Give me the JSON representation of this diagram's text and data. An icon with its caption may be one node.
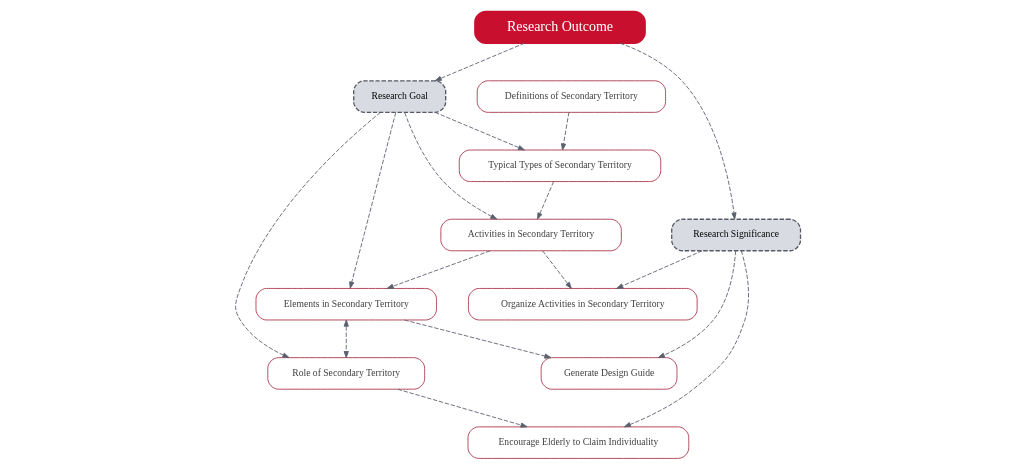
{
  "diagram": {
    "nodes": [
      {
        "text": [
          "Activities in Secondary Territory"
        ]
      },
      {
        "text": [
          "Organize Activities in Secondary Territory"
        ]
      },
      {
        "text": [
          "Typical Types of Secondary Territory"
        ]
      },
      {
        "text": [
          "Elements in Secondary Territory"
        ]
      },
      {
        "text": [
          "Generate Design Guide"
        ]
      },
      {
        "text": [
          "Research Goal"
        ]
      },
      {
        "text": [
          "Research Significance"
        ]
      },
      {
        "text": [
          "Definitions of Secondary Territory"
        ]
      },
      {
        "text": [
          "Research Outcome"
        ]
      },
      {
        "text": [
          "Role of Secondary Territory"
        ]
      },
      {
        "text": [
          "Encourage Elderly to Claim Individuality"
        ]
      }
    ],
    "edges": [
      {
        "from": 0,
        "to": 1,
        "arrow": "to",
        "style": "dashed"
      },
      {
        "from": 2,
        "to": 0,
        "arrow": "to",
        "style": "dashed"
      },
      {
        "from": 0,
        "to": 3,
        "arrow": "to",
        "style": "dashed"
      },
      {
        "from": 3,
        "to": 4,
        "arrow": "to",
        "style": "dashed"
      },
      {
        "from": 7,
        "to": 2,
        "arrow": "to",
        "style": "dashed"
      },
      {
        "from": 5,
        "to": 2,
        "arrow": "to",
        "style": "dashed"
      },
      {
        "from": 5,
        "to": 0,
        "arrow": "to",
        "style": "dashed"
      },
      {
        "from": 5,
        "to": 3,
        "arrow": "to",
        "style": "dashed"
      },
      {
        "from": 6,
        "to": 1,
        "arrow": "to",
        "style": "dashed"
      },
      {
        "from": 6,
        "to": 4,
        "arrow": "to",
        "style": "dashed"
      },
      {
        "from": 8,
        "to": 5,
        "arrow": "to",
        "style": "dashed"
      },
      {
        "from": 8,
        "to": 6,
        "arrow": "to",
        "style": "dashed"
      },
      {
        "from": 5,
        "to": 9,
        "arrow": "to",
        "style": "dashed"
      },
      {
        "from": 3,
        "to": 9,
        "arrow": "both",
        "style": "dashed"
      },
      {
        "from": 9,
        "to": 10,
        "arrow": "to",
        "style": "dashed"
      },
      {
        "from": 6,
        "to": 10,
        "arrow": "to",
        "style": "dashed"
      }
    ]
  }
}
